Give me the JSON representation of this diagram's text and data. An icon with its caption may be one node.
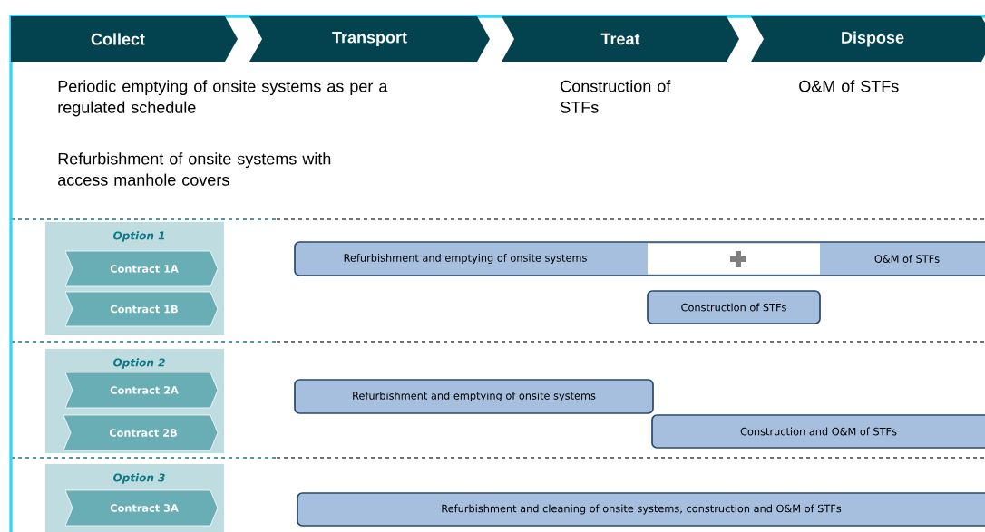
{
  "diagram": {
    "nodes": [
      {
        "text": [
          "Collect"
        ]
      },
      {
        "text": [
          "Transport"
        ]
      },
      {
        "text": [
          "Treat"
        ]
      },
      {
        "text": [
          "Dispose"
        ]
      },
      {
        "text": [
          "Option 1"
        ]
      },
      {
        "text": [
          "Contract 1A"
        ],
        "in": 4
      },
      {
        "text": [
          "Contract 1B"
        ],
        "in": 4
      },
      {
        "text": [
          "Option 2"
        ]
      },
      {
        "text": [
          "Contract 2A"
        ],
        "in": 7
      },
      {
        "text": [
          "Contract 2B"
        ],
        "in": 7
      },
      {
        "text": [
          "Option 3"
        ]
      },
      {
        "text": [
          "Contract 3A"
        ],
        "in": 10
      },
      {
        "text": [
          "Refurbishment and emptying of onsite systems",
          "O&M of STFs"
        ]
      },
      {
        "text": [
          "Construction of STFs"
        ]
      },
      {
        "text": [
          "Refurbishment and emptying of onsite systems"
        ]
      },
      {
        "text": [
          "Construction and O&M of STFs"
        ]
      },
      {
        "text": [
          "Refurbishment and cleaning of onsite systems, construction and O&M of STFs"
        ]
      }
    ],
    "labels": [
      "Periodic emptying of onsite systems as per a regulated schedule",
      "Construction of STFs",
      "O&M of STFs",
      "Refurbishment of onsite systems with access manhole covers"
    ]
  }
}
